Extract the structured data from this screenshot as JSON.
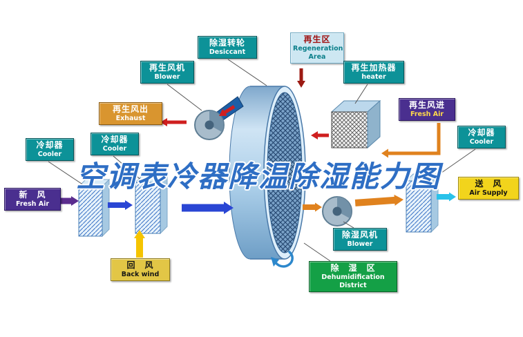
{
  "title_watermark": "空调表冷器降温除湿能力图",
  "boxes": {
    "desiccant": {
      "zh": "除湿转轮",
      "en": "Desiccant"
    },
    "regen_area": {
      "zh": "再生区",
      "en": "Regeneration Area"
    },
    "regen_blower": {
      "zh": "再生风机",
      "en": "Blower"
    },
    "regen_heater": {
      "zh": "再生加热器",
      "en": "heater"
    },
    "exhaust": {
      "zh": "再生风出",
      "en": "Exhaust"
    },
    "cooler_a": {
      "zh": "冷却器",
      "en": "Cooler"
    },
    "cooler_b": {
      "zh": "冷却器",
      "en": "Cooler"
    },
    "cooler_c": {
      "zh": "冷却器",
      "en": "Cooler"
    },
    "regen_fresh_air": {
      "zh": "再生风进",
      "en": "Fresh Air"
    },
    "fresh_air": {
      "zh": "新　风",
      "en": "Fresh Air"
    },
    "air_supply": {
      "zh": "送　风",
      "en": "Air Supply"
    },
    "back_wind": {
      "zh": "回　风",
      "en": "Back wind"
    },
    "dehumid_blower": {
      "zh": "除湿风机",
      "en": "Blower"
    },
    "dehumid_area": {
      "zh": "除　湿　区",
      "en": "Dehumidification",
      "en2": "District"
    }
  },
  "colors": {
    "label_teal": "#0d9298",
    "label_orange": "#d9952f",
    "label_khaki": "#e2c646",
    "label_yellow": "#f2d41c",
    "label_purple": "#4a2f8f",
    "label_green": "#14a046",
    "label_lightblue": "#cde7f2",
    "arrow_red": "#cf1f1f",
    "arrow_dark_red": "#9c1a12",
    "arrow_orange": "#e0821e",
    "arrow_blue": "#2a46d4",
    "arrow_purple": "#5b2d8e",
    "arrow_yellow": "#f5c400",
    "arrow_cyan": "#29c2ea",
    "watermark_blue": "#2e6ec4"
  }
}
